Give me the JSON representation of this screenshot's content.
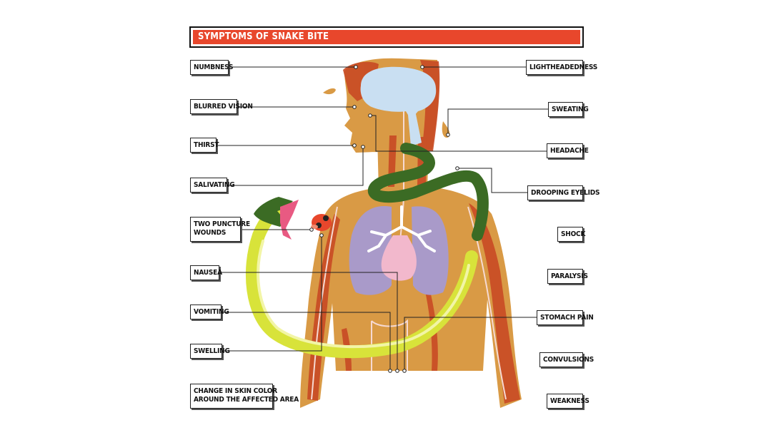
{
  "title": "SYMPTOMS OF SNAKE BITE",
  "left_labels": [
    {
      "id": "numbness",
      "text": "NUMBNESS"
    },
    {
      "id": "blurred-vision",
      "text": "BLURRED VISION"
    },
    {
      "id": "thirst",
      "text": "THIRST"
    },
    {
      "id": "salivating",
      "text": "SALIVATING"
    },
    {
      "id": "two-puncture-wounds",
      "line1": "TWO PUNCTURE",
      "line2": "WOUNDS"
    },
    {
      "id": "nausea",
      "text": "NAUSEA"
    },
    {
      "id": "vomiting",
      "text": "VOMITING"
    },
    {
      "id": "swelling",
      "text": "SWELLING"
    },
    {
      "id": "change-in-skin-color",
      "line1": "CHANGE IN SKIN COLOR",
      "line2": "AROUND THE AFFECTED AREA"
    }
  ],
  "right_labels": [
    {
      "id": "lightheadedness",
      "text": "LIGHTHEADEDNESS"
    },
    {
      "id": "sweating",
      "text": "SWEATING"
    },
    {
      "id": "headache",
      "text": "HEADACHE"
    },
    {
      "id": "drooping-eyelids",
      "text": "DROOPING EYELIDS"
    },
    {
      "id": "shock",
      "text": "SHOCK"
    },
    {
      "id": "paralysis",
      "text": "PARALYSIS"
    },
    {
      "id": "stomach-pain",
      "text": "STOMACH PAIN"
    },
    {
      "id": "convulsions",
      "text": "CONVULSIONS"
    },
    {
      "id": "weakness",
      "text": "WEAKNESS"
    }
  ],
  "colors": {
    "title_bar": "#e8472c",
    "skin": "#d99a45",
    "muscle": "#c84a24",
    "brain": "#c9dff2",
    "lungs": "#a99ac9",
    "heart": "#f2b8cc",
    "snake_dark": "#3b6b24",
    "snake_light": "#d8e33a"
  }
}
